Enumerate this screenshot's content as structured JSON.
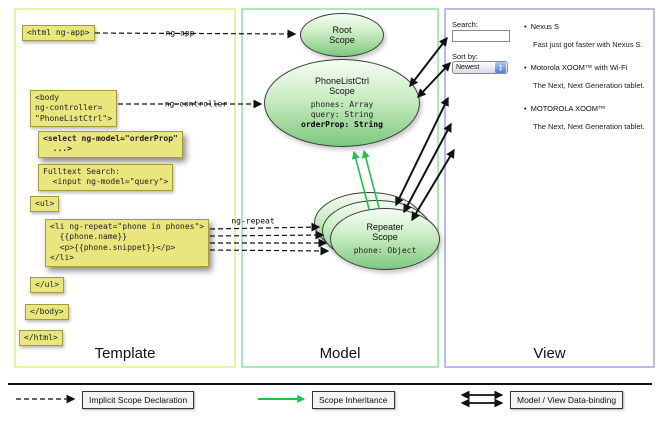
{
  "colors": {
    "code_box_bg": "#e9e67e",
    "scope_gradient_top": "#f6fdf4",
    "scope_gradient_bottom": "#7dc87f",
    "template_border": "#efefa6",
    "model_border": "#abe9b5",
    "view_border": "#b9b9ef",
    "inheritance_green": "#21c24b",
    "arrow_black": "#111111"
  },
  "columns": {
    "template_label": "Template",
    "model_label": "Model",
    "view_label": "View"
  },
  "template": {
    "html_open": "<html ng-app>",
    "body_open": "<body\nng-controller=\n\"PhoneListCtrl\">",
    "select": "<select ng-model=\"orderProp\"\n  ...>",
    "fulltext": "Fulltext Search:\n  <input ng-model=\"query\">",
    "ul_open": "<ul>",
    "li_repeat": "<li ng-repeat=\"phone in phones\">\n  {{phone.name}}\n  <p>{{phone.snippet}}</p>\n</li>",
    "ul_close": "</ul>",
    "body_close": "</body>",
    "html_close": "</html>"
  },
  "arrows": {
    "ng_app_label": "ng-app",
    "ng_controller_label": "ng-controller",
    "ng_repeat_label": "ng-repeat"
  },
  "model": {
    "root_scope": {
      "title_line1": "Root",
      "title_line2": "Scope"
    },
    "phonelist_scope": {
      "title_line1": "PhoneListCtrl",
      "title_line2": "Scope",
      "prop1": "phones: Array",
      "prop2": "query: String",
      "prop3": "orderProp: String"
    },
    "repeater_scope": {
      "title_line1": "Repeater",
      "title_line2": "Scope",
      "prop1": "phone: Object"
    }
  },
  "view": {
    "search_label": "Search:",
    "sort_label": "Sort by:",
    "sort_value": "Newest",
    "bullet": "•",
    "items": [
      {
        "title": "Nexus S",
        "desc": "Fast just got faster with Nexus S."
      },
      {
        "title": "Motorola XOOM™ with Wi-Fi",
        "desc": "The Next, Next Generation tablet."
      },
      {
        "title": "MOTOROLA XOOM™",
        "desc": "The Next, Next Generation tablet."
      }
    ]
  },
  "icons": {
    "dropdown_up": "▴",
    "dropdown_down": "▾"
  },
  "legend": {
    "implicit": "Implicit Scope Declaration",
    "inheritance": "Scope Inheritance",
    "binding": "Model / View Data-binding"
  }
}
